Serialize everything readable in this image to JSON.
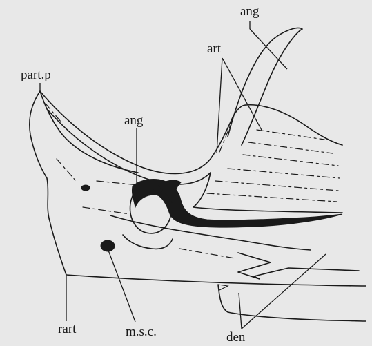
{
  "labels": {
    "ang_top": "ang",
    "art": "art",
    "part_p": "part.p",
    "ang_mid": "ang",
    "rart": "rart",
    "msc": "m.s.c.",
    "den": "den"
  },
  "colors": {
    "background": "#e8e8e8",
    "ink": "#1a1a1a"
  }
}
